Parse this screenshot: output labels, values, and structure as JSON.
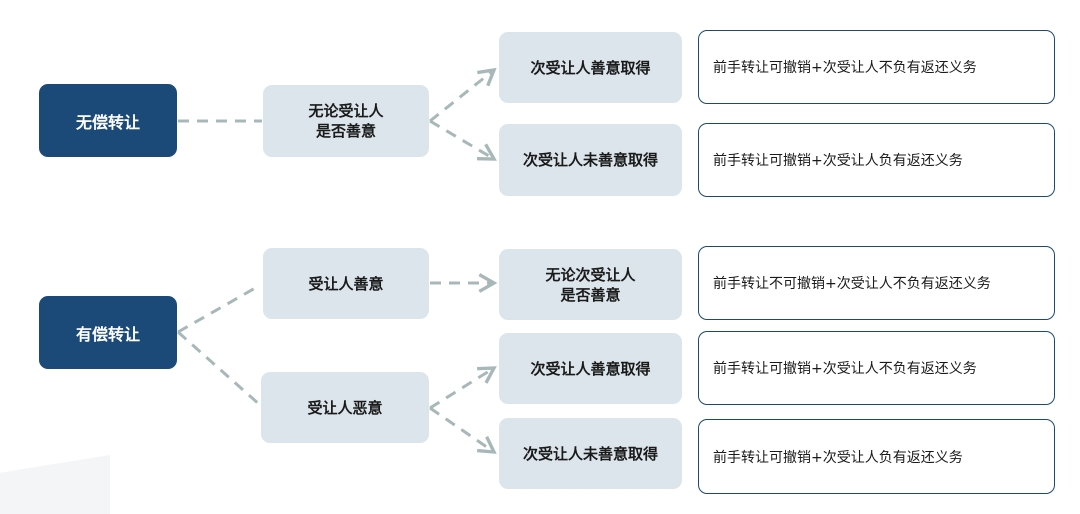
{
  "colors": {
    "root_fill": "#1c4a78",
    "node_fill": "#dce5ec",
    "result_border": "#1c4a78",
    "connector": "#a8b8b8"
  },
  "branches": [
    {
      "root": "无偿转让",
      "conditions": [
        {
          "label": "无论受让人\n是否善意",
          "outcomes": [
            {
              "label": "次受让人善意取得",
              "result": "前手转让可撤销+次受让人不负有返还义务"
            },
            {
              "label": "次受让人未善意取得",
              "result": "前手转让可撤销+次受让人负有返还义务"
            }
          ]
        }
      ]
    },
    {
      "root": "有偿转让",
      "conditions": [
        {
          "label": "受让人善意",
          "outcomes": [
            {
              "label": "无论次受让人\n是否善意",
              "result": "前手转让不可撤销+次受让人不负有返还义务"
            }
          ]
        },
        {
          "label": "受让人恶意",
          "outcomes": [
            {
              "label": "次受让人善意取得",
              "result": "前手转让可撤销+次受让人不负有返还义务"
            },
            {
              "label": "次受让人未善意取得",
              "result": "前手转让可撤销+次受让人负有返还义务"
            }
          ]
        }
      ]
    }
  ]
}
